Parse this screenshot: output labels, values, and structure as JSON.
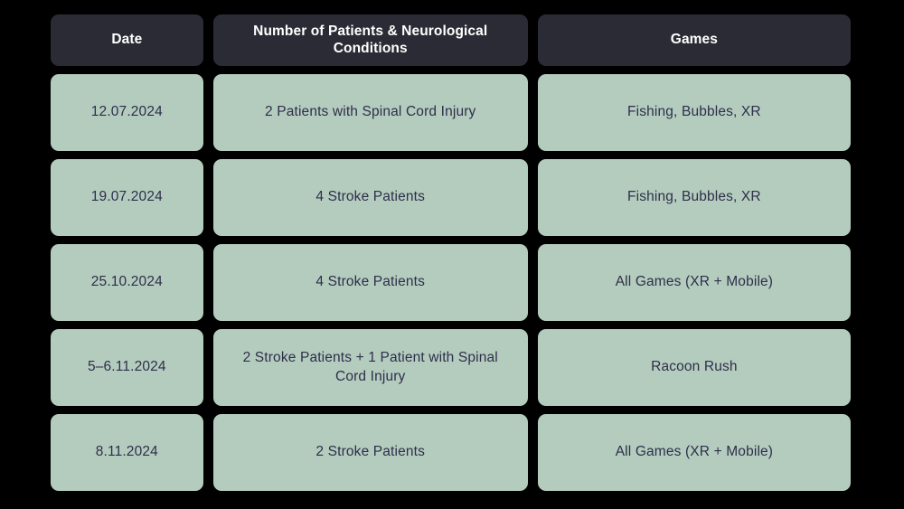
{
  "page": {
    "background_color": "#000000",
    "header_cell_color": "#2b2b35",
    "header_text_color": "#ffffff",
    "data_cell_color": "#b4ccbe",
    "data_text_color": "#2e2e4a"
  },
  "table": {
    "columns": [
      {
        "key": "date",
        "label": "Date"
      },
      {
        "key": "patients",
        "label": "Number of Patients & Neurological Conditions"
      },
      {
        "key": "games",
        "label": "Games"
      }
    ],
    "rows": [
      {
        "date": "12.07.2024",
        "patients": "2 Patients with Spinal Cord Injury",
        "games": "Fishing, Bubbles, XR"
      },
      {
        "date": "19.07.2024",
        "patients": "4 Stroke Patients",
        "games": "Fishing, Bubbles, XR"
      },
      {
        "date": "25.10.2024",
        "patients": "4 Stroke Patients",
        "games": "All Games (XR + Mobile)"
      },
      {
        "date": "5–6.11.2024",
        "patients": "2 Stroke Patients + 1 Patient with Spinal Cord Injury",
        "games": "Racoon Rush"
      },
      {
        "date": "8.11.2024",
        "patients": "2 Stroke Patients",
        "games": "All Games (XR + Mobile)"
      }
    ]
  }
}
